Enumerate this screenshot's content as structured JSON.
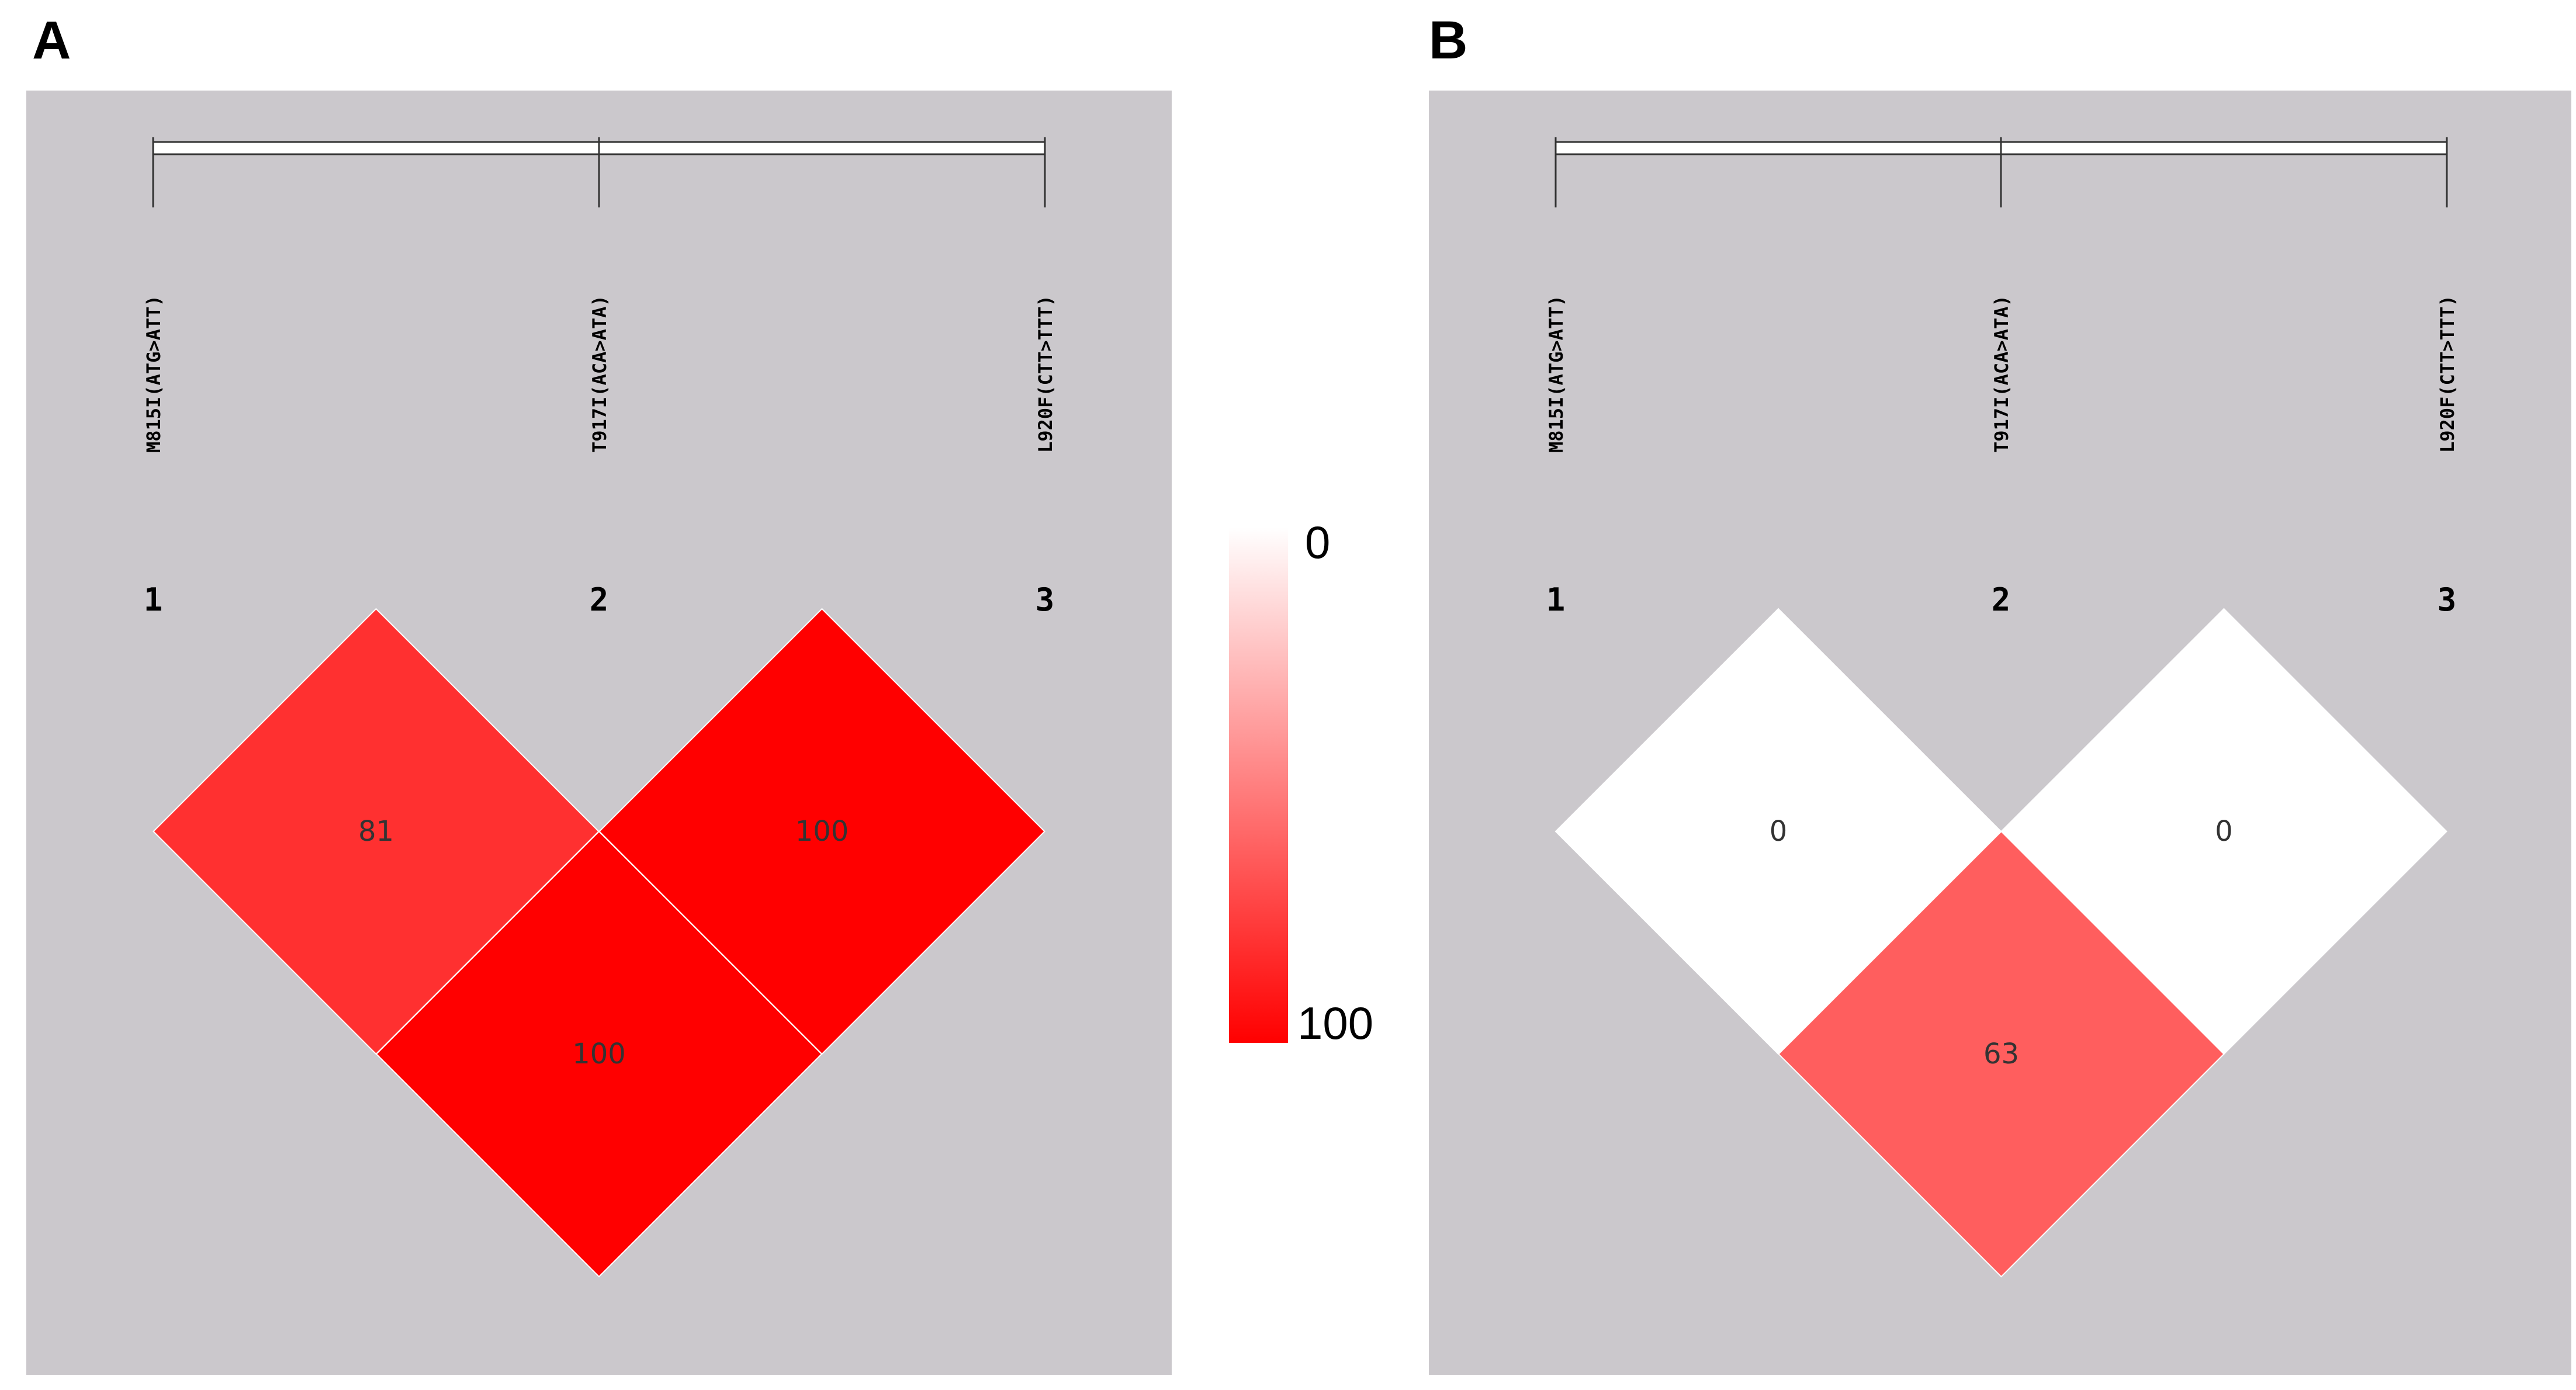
{
  "chart_data": {
    "type": "heatmap",
    "panels": [
      {
        "label": "A",
        "markers": [
          {
            "index": "1",
            "name": "M815I(ATG>ATT)"
          },
          {
            "index": "2",
            "name": "T917I(ACA>ATA)"
          },
          {
            "index": "3",
            "name": "L920F(CTT>TTT)"
          }
        ],
        "cells": [
          {
            "pair": [
              1,
              2
            ],
            "value": 81,
            "label": "81"
          },
          {
            "pair": [
              2,
              3
            ],
            "value": 100,
            "label": "100"
          },
          {
            "pair": [
              1,
              3
            ],
            "value": 100,
            "label": "100"
          }
        ]
      },
      {
        "label": "B",
        "markers": [
          {
            "index": "1",
            "name": "M815I(ATG>ATT)"
          },
          {
            "index": "2",
            "name": "T917I(ACA>ATA)"
          },
          {
            "index": "3",
            "name": "L920F(CTT>TTT)"
          }
        ],
        "cells": [
          {
            "pair": [
              1,
              2
            ],
            "value": 0,
            "label": "0"
          },
          {
            "pair": [
              2,
              3
            ],
            "value": 0,
            "label": "0"
          },
          {
            "pair": [
              1,
              3
            ],
            "value": 63,
            "label": "63"
          }
        ]
      }
    ],
    "colorbar": {
      "min": 0,
      "max": 100,
      "min_label": "0",
      "max_label": "100",
      "low_color": "#ffffff",
      "high_color": "#ff0000"
    },
    "panel_background": "#cbc8cc"
  }
}
